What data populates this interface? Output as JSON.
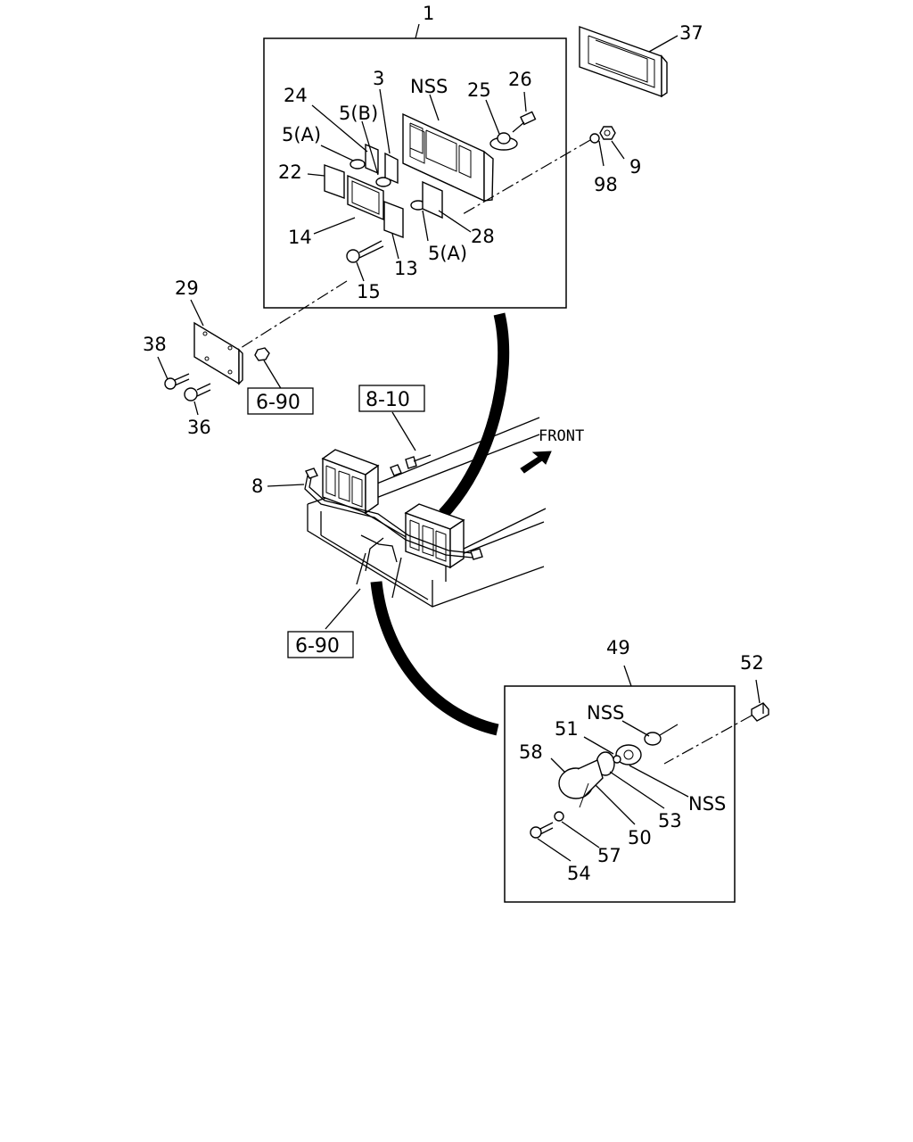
{
  "labels": {
    "l1": "1",
    "l37": "37",
    "l3": "3",
    "nss_top": "NSS",
    "l25": "25",
    "l26": "26",
    "l24": "24",
    "l5b": "5(B)",
    "l5a_1": "5(A)",
    "l22": "22",
    "l14": "14",
    "l13": "13",
    "l15": "15",
    "l5a_2": "5(A)",
    "l28": "28",
    "l98": "98",
    "l9": "9",
    "l29": "29",
    "l38": "38",
    "l36": "36",
    "l8": "8",
    "front": "FRONT",
    "l49": "49",
    "l52": "52",
    "nss_mid": "NSS",
    "l51": "51",
    "l58": "58",
    "nss_right": "NSS",
    "l53": "53",
    "l50": "50",
    "l57": "57",
    "l54": "54"
  },
  "refs": {
    "r690_top": "6-90",
    "r810": "8-10",
    "r690_bottom": "6-90"
  }
}
